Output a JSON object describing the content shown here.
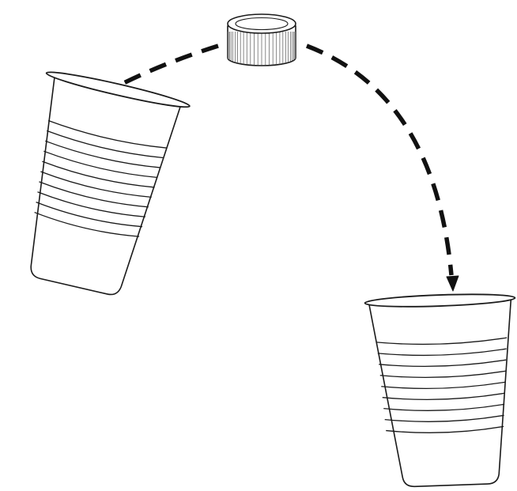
{
  "figure": {
    "colors": {
      "line": "#1a1a1a",
      "arrow": "#111111",
      "background": "#ffffff"
    },
    "objects": [
      {
        "name": "bottle-cap",
        "shape": "knurled-cylinder"
      },
      {
        "name": "left-cup",
        "shape": "ribbed-plastic-cup",
        "tilted": true
      },
      {
        "name": "right-cup",
        "shape": "ribbed-plastic-cup",
        "tilted": false
      }
    ],
    "arrows": [
      {
        "from": "bottle-cap",
        "to": "left-cup",
        "style": "dashed"
      },
      {
        "from": "bottle-cap",
        "to": "right-cup",
        "style": "dashed"
      }
    ]
  }
}
